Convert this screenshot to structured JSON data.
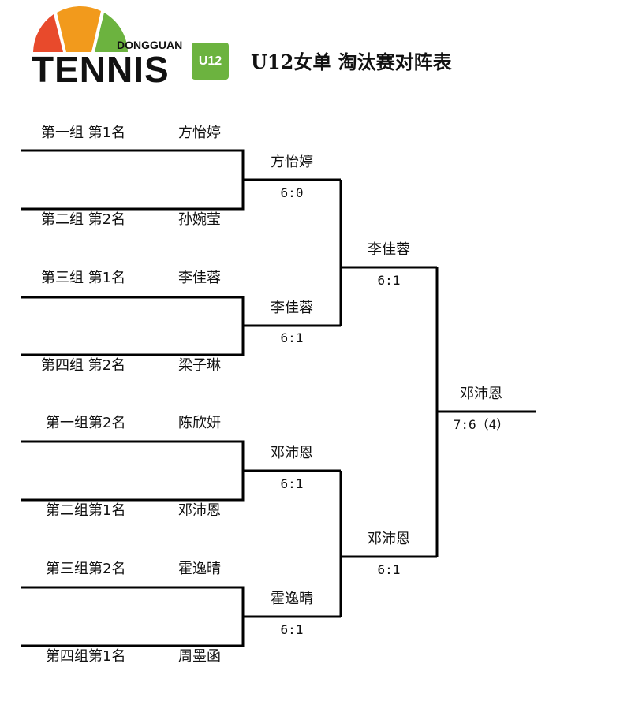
{
  "logo": {
    "sub": "DONGGUAN",
    "main": "TENNIS",
    "badge": "U12",
    "colors": [
      "#e84a2c",
      "#f29a1c",
      "#6cb33f"
    ]
  },
  "title": "U12女单  淘汰赛对阵表",
  "round1": [
    {
      "seed": "第一组  第1名",
      "name": "方怡婷"
    },
    {
      "seed": "第二组  第2名",
      "name": "孙婉莹"
    },
    {
      "seed": "第三组  第1名",
      "name": "李佳蓉"
    },
    {
      "seed": "第四组  第2名",
      "name": "梁子琳"
    },
    {
      "seed": "第一组第2名",
      "name": "陈欣妍"
    },
    {
      "seed": "第二组第1名",
      "name": "邓沛恩"
    },
    {
      "seed": "第三组第2名",
      "name": "霍逸晴"
    },
    {
      "seed": "第四组第1名",
      "name": "周墨函"
    }
  ],
  "round2": [
    {
      "winner": "方怡婷",
      "score": "6:0"
    },
    {
      "winner": "李佳蓉",
      "score": "6:1"
    },
    {
      "winner": "邓沛恩",
      "score": "6:1"
    },
    {
      "winner": "霍逸晴",
      "score": "6:1"
    }
  ],
  "semis": [
    {
      "winner": "李佳蓉",
      "score": "6:1"
    },
    {
      "winner": "邓沛恩",
      "score": "6:1"
    }
  ],
  "final": {
    "winner": "邓沛恩",
    "score": "7:6（4）"
  }
}
